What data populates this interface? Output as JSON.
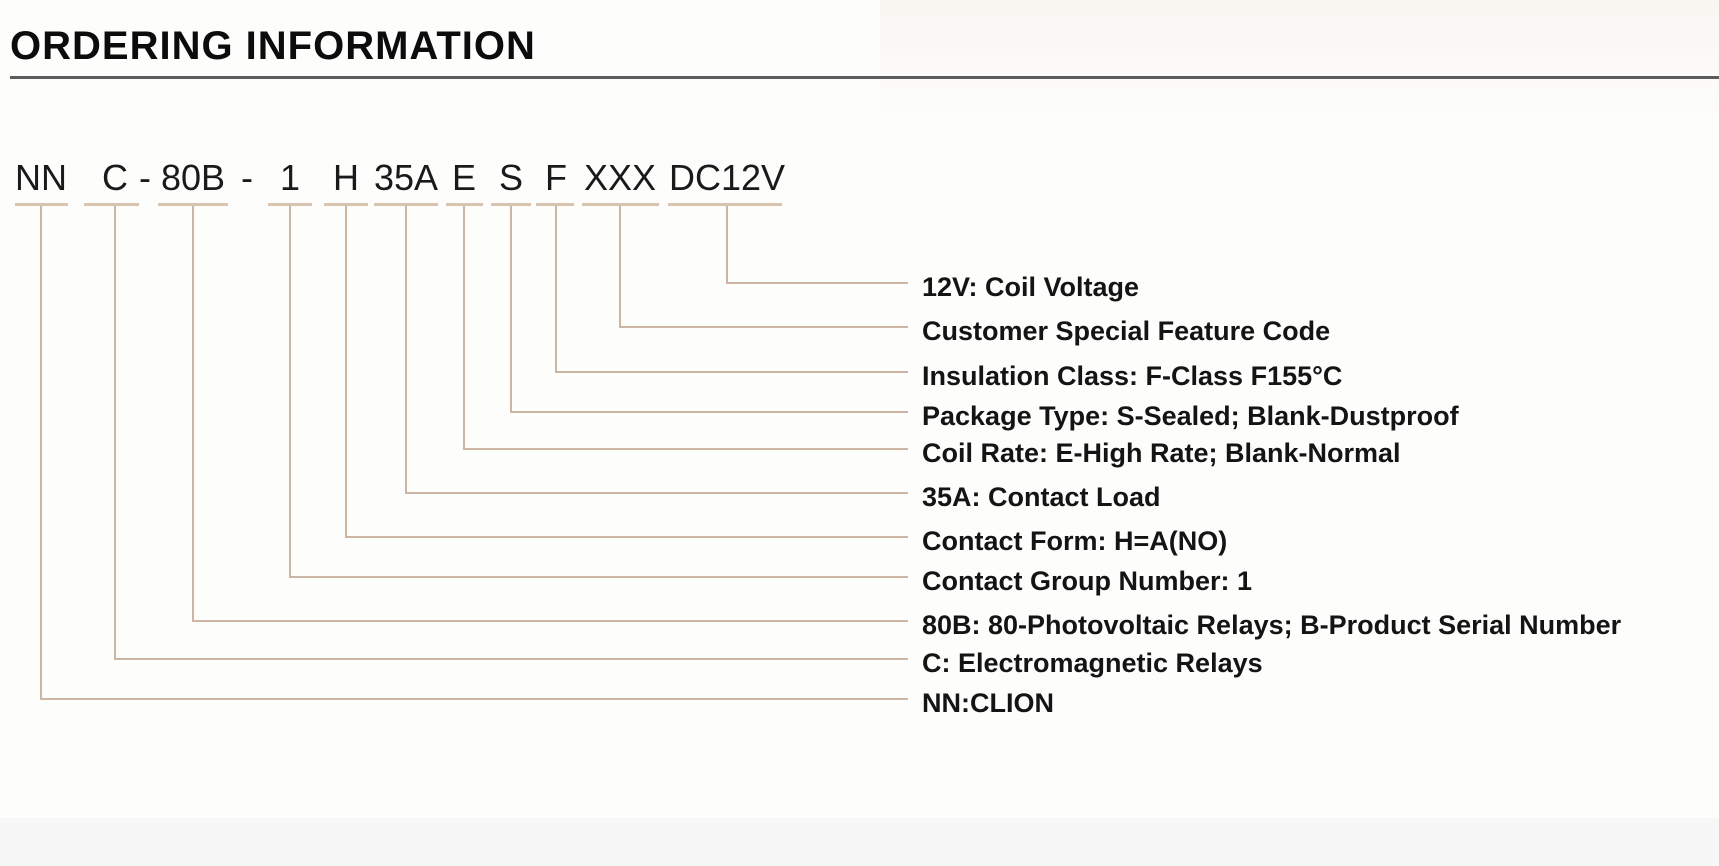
{
  "page": {
    "title": "ORDERING INFORMATION"
  },
  "colors": {
    "connector_line": "#ccb5a2",
    "code_underline": "#d9c4b0",
    "title_text": "#0c0c0c",
    "title_rule": "#5c5c5c",
    "label_text": "#141414"
  },
  "diagram": {
    "separator": "-",
    "segments": [
      {
        "code": "NN",
        "label": "NN:CLION"
      },
      {
        "code": "C",
        "label": "C: Electromagnetic Relays"
      },
      {
        "code": "80B",
        "label": "80B: 80-Photovoltaic Relays; B-Product Serial Number"
      },
      {
        "code": "1",
        "label": "Contact Group Number: 1"
      },
      {
        "code": "H",
        "label": "Contact Form: H=A(NO)"
      },
      {
        "code": "35A",
        "label": "35A: Contact Load"
      },
      {
        "code": "E",
        "label": "Coil Rate: E-High Rate; Blank-Normal"
      },
      {
        "code": "S",
        "label": "Package Type: S-Sealed; Blank-Dustproof"
      },
      {
        "code": "F",
        "label": "Insulation Class: F-Class F155°C"
      },
      {
        "code": "XXX",
        "label": "Customer Special Feature Code"
      },
      {
        "code": "DC12V",
        "label": "12V: Coil Voltage"
      }
    ]
  }
}
